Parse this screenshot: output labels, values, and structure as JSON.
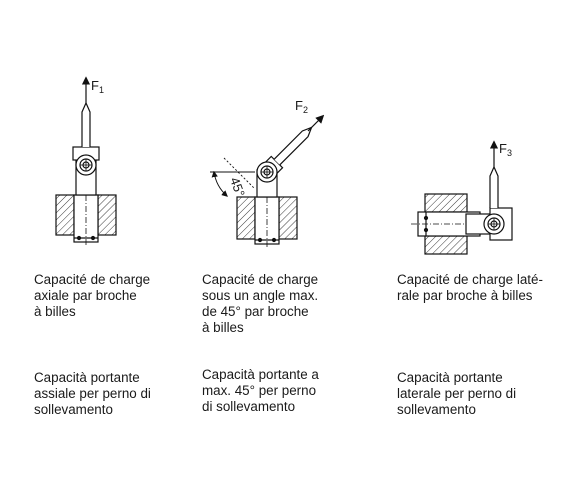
{
  "forces": {
    "f1": {
      "letter": "F",
      "index": "1"
    },
    "f2": {
      "letter": "F",
      "index": "2"
    },
    "f3": {
      "letter": "F",
      "index": "3"
    },
    "angle": "45°"
  },
  "captions": {
    "fr": [
      "Capacité de charge\naxiale par broche\nà billes",
      "Capacité de charge\nsous un angle max.\nde 45° par broche\nà billes",
      "Capacité de charge laté-\nrale par broche à billes"
    ],
    "it": [
      "Capacità portante\nassiale per perno di\nsollevamento",
      "Capacità portante a\nmax. 45° per perno\ndi sollevamento",
      "Capacità portante\nlaterale per perno di\nsollevamento"
    ]
  }
}
